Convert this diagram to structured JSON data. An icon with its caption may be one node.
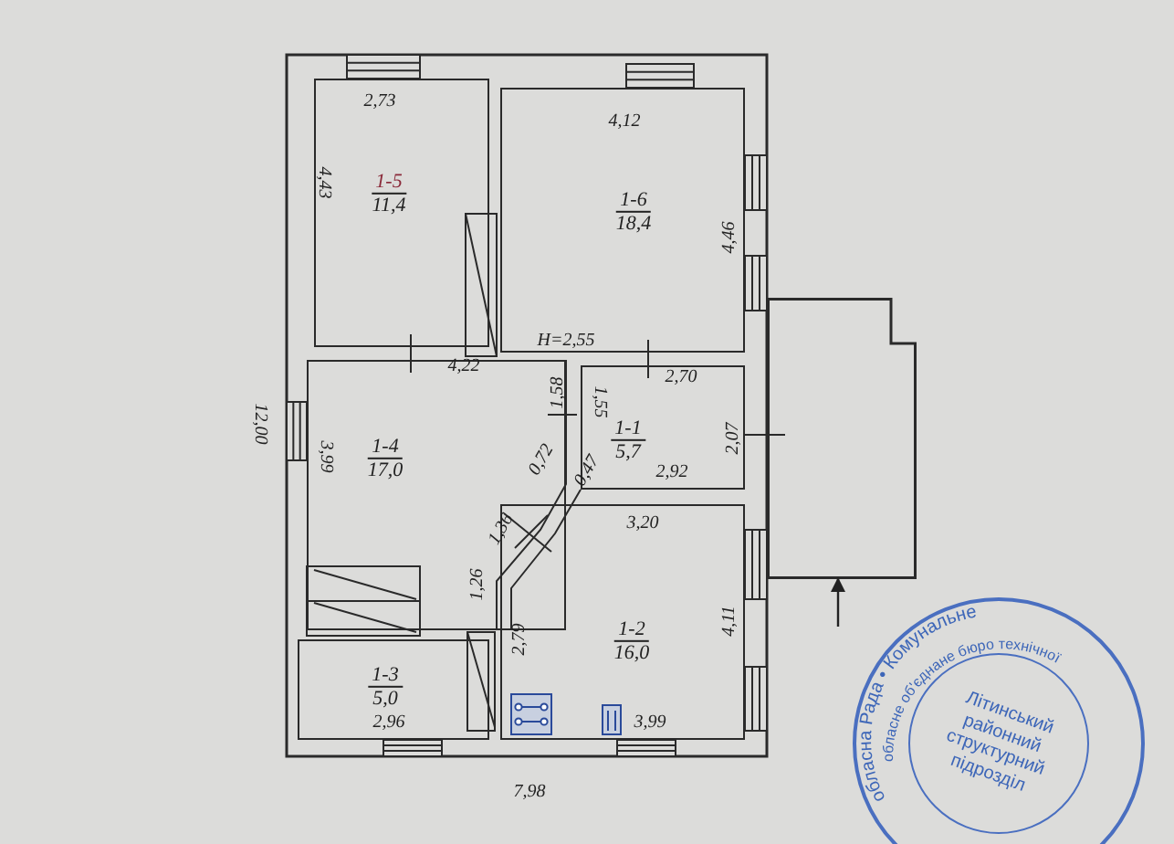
{
  "diagram": {
    "nodes": [
      {
        "text": [
          "1-5",
          "11,4"
        ]
      },
      {
        "text": [
          "1-6",
          "18,4"
        ]
      },
      {
        "text": [
          "1-4",
          "17,0"
        ]
      },
      {
        "text": [
          "1-1",
          "5,7"
        ]
      },
      {
        "text": [
          "1-3",
          "5,0"
        ]
      },
      {
        "text": [
          "1-2",
          "16,0"
        ]
      },
      {
        "text": [],
        "shape": "box"
      },
      {
        "text": [
          "обласна Рада • Комунальне",
          "обласне об'єднане бюро технічної",
          "Літинський районний структурний підрозділ"
        ]
      }
    ],
    "edges": [
      {
        "from": null,
        "to": 6,
        "arrow": "to"
      }
    ],
    "labels": [
      "2,73",
      "4,12",
      "4,43",
      "4,46",
      "H=2,55",
      "4,22",
      "2,70",
      "1,58",
      "1,55",
      "12,00",
      "2,07",
      "3,99",
      "0,72",
      "0,47",
      "2,92",
      "3,20",
      "1,36",
      "1,26",
      "4,11",
      "2,79",
      "2,96",
      "3,99",
      "7,98"
    ]
  }
}
